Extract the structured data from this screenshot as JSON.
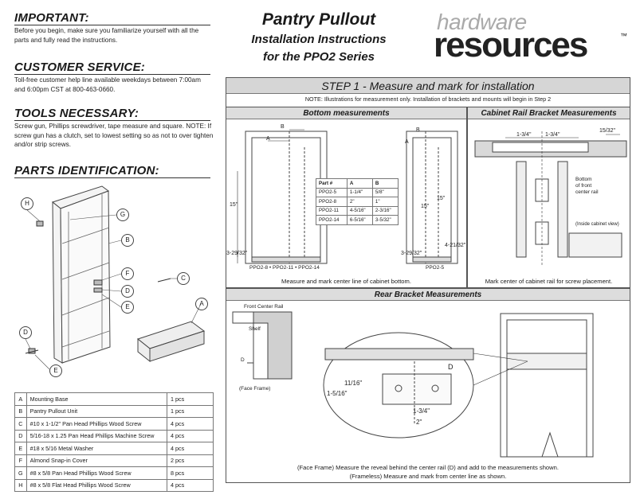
{
  "left": {
    "important": {
      "heading": "IMPORTANT:",
      "text": "Before you begin, make sure you familiarize yourself with all the parts and fully read the instructions."
    },
    "customer_service": {
      "heading": "CUSTOMER SERVICE:",
      "text": "Toll-free customer help line available weekdays between 7:00am and 6:00pm CST at 800-463-0660."
    },
    "tools": {
      "heading": "TOOLS NECESSARY:",
      "text": "Screw gun, Phillips screwdriver, tape measure and square. NOTE: If screw gun has a clutch, set to lowest setting so as not to over tighten and/or strip screws."
    },
    "parts": {
      "heading": "PARTS IDENTIFICATION:"
    },
    "callouts": [
      "H",
      "G",
      "B",
      "F",
      "C",
      "D",
      "E",
      "A",
      "D",
      "E"
    ],
    "parts_table": [
      {
        "letter": "A",
        "desc": "Mounting Base",
        "qty": "1 pcs"
      },
      {
        "letter": "B",
        "desc": "Pantry Pullout Unit",
        "qty": "1 pcs"
      },
      {
        "letter": "C",
        "desc": "#10 x 1-1/2\" Pan Head Phillips Wood Screw",
        "qty": "4 pcs"
      },
      {
        "letter": "D",
        "desc": "5/16-18 x 1.25 Pan Head Phillips Machine Screw",
        "qty": "4 pcs"
      },
      {
        "letter": "E",
        "desc": "#18 x 5/16 Metal Washer",
        "qty": "4 pcs"
      },
      {
        "letter": "F",
        "desc": "Almond Snap-in Cover",
        "qty": "2 pcs"
      },
      {
        "letter": "G",
        "desc": "#8 x 5/8 Pan Head Phillips Wood Screw",
        "qty": "8 pcs"
      },
      {
        "letter": "H",
        "desc": "#8 x 5/8 Flat Head Phillips Wood Screw",
        "qty": "4 pcs"
      }
    ]
  },
  "title": {
    "line1": "Pantry Pullout",
    "line2": "Installation Instructions",
    "line3": "for the PPO2 Series"
  },
  "logo": {
    "top": "hardware",
    "bottom": "resources",
    "tm": "™"
  },
  "step1": {
    "heading": "STEP 1 - Measure and mark for installation",
    "note": "NOTE:  Illustrations for measurement only.  Installation of brackets and mounts will begin in Step 2",
    "bottom": {
      "header": "Bottom measurements",
      "caption": "Measure and mark center line of cabinet bottom.",
      "left_labels": {
        "b": "B",
        "a": "A",
        "h": "15\"",
        "low": "3-29/32\"",
        "models": "PPO2-8  •  PPO2-11  •  PPO2-14"
      },
      "right_labels": {
        "b": "B",
        "a": "A",
        "h": "15\"",
        "mid": "4-21/32\"",
        "low": "3-29/32\"",
        "models": "PPO2-5"
      },
      "size_table": {
        "header": [
          "Part #",
          "A",
          "B"
        ],
        "rows": [
          [
            "PPO2-5",
            "1-1/4\"",
            "5/8\""
          ],
          [
            "PPO2-8",
            "2\"",
            "1\""
          ],
          [
            "PPO2-11",
            "4-5/16\"",
            "2-3/16\""
          ],
          [
            "PPO2-14",
            "6-5/16\"",
            "3-5/32\""
          ]
        ]
      }
    },
    "rail": {
      "header": "Cabinet Rail Bracket Measurements",
      "caption": "Mark center of cabinet rail for screw placement.",
      "labels": {
        "d1": "1-3/4\"",
        "d2": "1-3/4\"",
        "d3": "15/32\"",
        "bottom": "Bottom",
        "of_front": "of front",
        "center_rail": "center rail",
        "inside": "(Inside cabinet view)"
      }
    },
    "rear": {
      "header": "Rear Bracket Measurements",
      "labels": {
        "front_rail": "Front Center Rail",
        "shelf": "Shelf",
        "d": "D",
        "face_frame": "(Face Frame)",
        "m1": "11/16\"",
        "m2": "1-5/16\"",
        "m3": "1-3/4\"",
        "m4": "2\"",
        "big_d": "D"
      },
      "caption1": "(Face Frame) Measure the reveal behind the center rail (D) and add to the measurements shown.",
      "caption2": "(Frameless) Measure and mark from center line as shown."
    }
  }
}
